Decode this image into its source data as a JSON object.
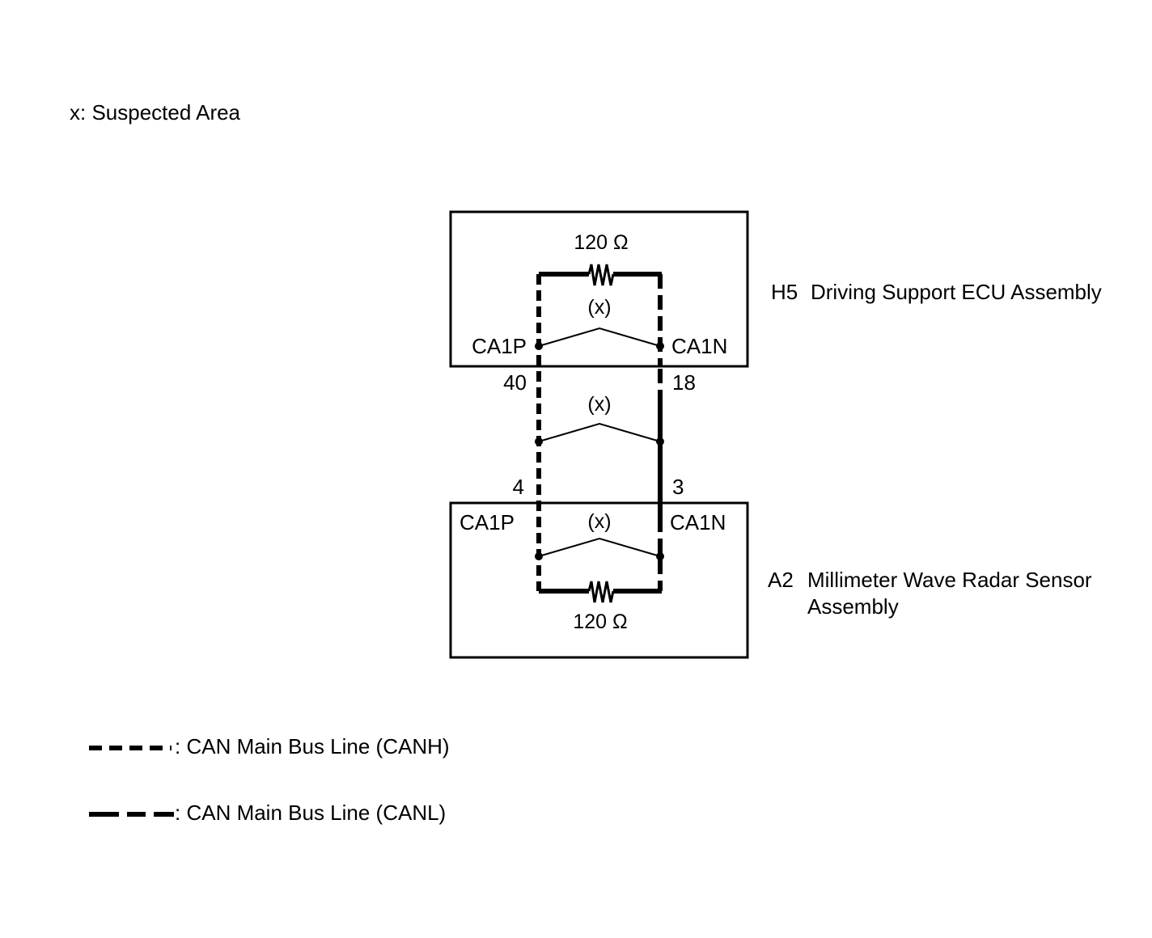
{
  "header": {
    "note": "x: Suspected Area"
  },
  "ecu_top": {
    "title_code": "H5",
    "title_name": "Driving Support ECU Assembly",
    "resistor_label": "120 Ω",
    "fault_mark": "(x)",
    "pin_left_name": "CA1P",
    "pin_right_name": "CA1N",
    "pin_left_number": "40",
    "pin_right_number": "18"
  },
  "harness": {
    "fault_mark": "(x)"
  },
  "ecu_bottom": {
    "title_code": "A2",
    "title_name_line1": "Millimeter Wave Radar Sensor",
    "title_name_line2": "Assembly",
    "resistor_label": "120 Ω",
    "fault_mark": "(x)",
    "pin_left_name": "CA1P",
    "pin_right_name": "CA1N",
    "pin_left_number": "4",
    "pin_right_number": "3"
  },
  "legend": [
    {
      "label": ": CAN Main Bus Line (CANH)",
      "style": "short-dash"
    },
    {
      "label": ": CAN Main Bus Line (CANL)",
      "style": "long-dash"
    }
  ],
  "colors": {
    "line": "#000000",
    "background": "#ffffff"
  }
}
